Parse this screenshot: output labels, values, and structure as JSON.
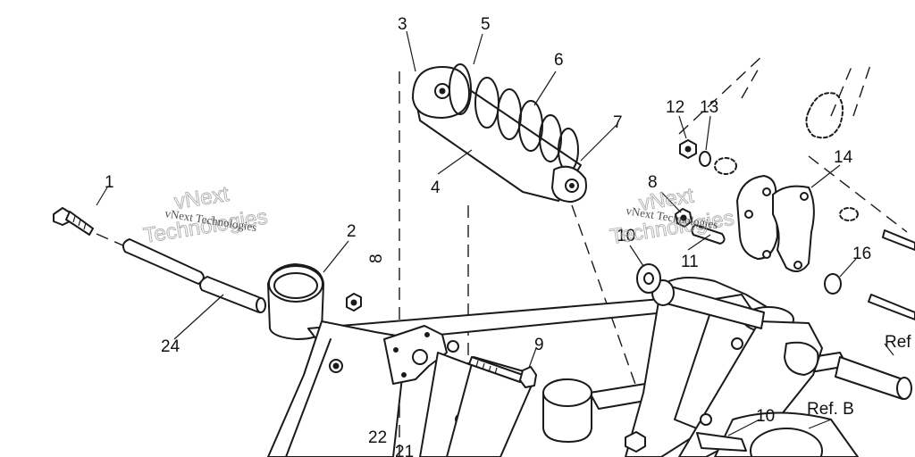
{
  "callouts": {
    "c1": "1",
    "c2": "2",
    "c3": "3",
    "c4": "4",
    "c5": "5",
    "c6": "6",
    "c7": "7",
    "c8a": "8",
    "c8b": "8",
    "c9": "9",
    "c10a": "10",
    "c10b": "10",
    "c11": "11",
    "c12": "12",
    "c13": "13",
    "c14": "14",
    "c16": "16",
    "c21": "21",
    "c22": "22",
    "c24": "24",
    "refA": "Ref",
    "refB": "Ref. B"
  },
  "watermark": {
    "company": "vNext Technologies",
    "brand_line1": "vNext",
    "brand_line2": "Technologies"
  }
}
